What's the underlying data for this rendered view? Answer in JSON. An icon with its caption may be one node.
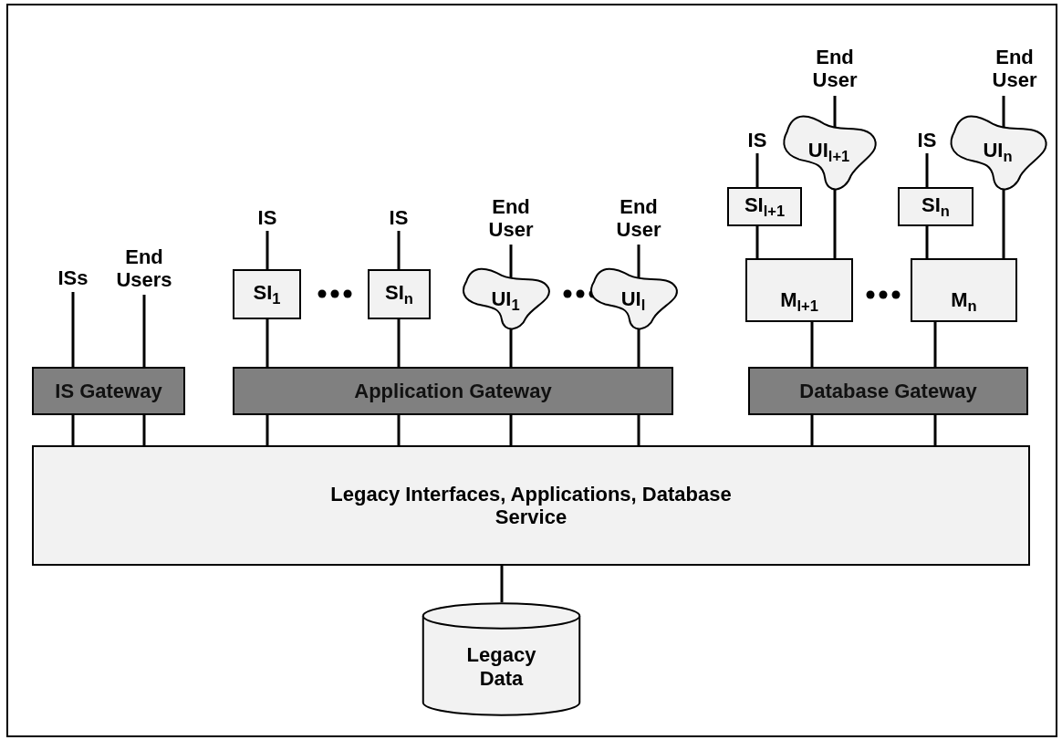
{
  "diagram": {
    "nodes": [
      {
        "text": [
          "End User"
        ]
      },
      {
        "text": [
          "End User"
        ]
      },
      {
        "text": [
          "IS"
        ]
      },
      {
        "text": [
          "UI$_{l+1}$"
        ]
      },
      {
        "text": [
          "IS"
        ]
      },
      {
        "text": [
          "UI$_{n}$"
        ]
      },
      {
        "text": [
          "SI$_{l+1}$"
        ]
      },
      {
        "text": [
          "SI$_{n}$"
        ]
      },
      {
        "text": [
          "ISs"
        ]
      },
      {
        "text": [
          "End Users"
        ]
      },
      {
        "text": [
          "IS"
        ]
      },
      {
        "text": [
          "IS"
        ]
      },
      {
        "text": [
          "End User"
        ]
      },
      {
        "text": [
          "End User"
        ]
      },
      {
        "text": [
          "SI$_{1}$"
        ]
      },
      {
        "text": [
          "SI$_{n}$"
        ]
      },
      {
        "text": [
          "UI$_{1}$"
        ]
      },
      {
        "text": [
          "UI$_{l}$"
        ]
      },
      {
        "text": [
          "M$_{l+1}$"
        ]
      },
      {
        "text": [
          "M$_{n}$"
        ]
      },
      {
        "text": [
          "IS Gateway"
        ]
      },
      {
        "text": [
          "Application Gateway"
        ]
      },
      {
        "text": [
          "Database Gateway"
        ]
      },
      {
        "text": [
          "Legacy Interfaces, Applications, Database Service"
        ]
      },
      {
        "text": [
          "Legacy Data"
        ]
      }
    ],
    "edges": [
      {
        "from": 0,
        "to": 3,
        "arrow": "none"
      },
      {
        "from": 3,
        "to": 18,
        "arrow": "none"
      },
      {
        "from": 2,
        "to": 6,
        "arrow": "none"
      },
      {
        "from": 6,
        "to": 18,
        "arrow": "none"
      },
      {
        "from": 1,
        "to": 5,
        "arrow": "none"
      },
      {
        "from": 5,
        "to": 19,
        "arrow": "none"
      },
      {
        "from": 4,
        "to": 7,
        "arrow": "none"
      },
      {
        "from": 7,
        "to": 19,
        "arrow": "none"
      },
      {
        "from": 18,
        "to": 22,
        "arrow": "none"
      },
      {
        "from": 19,
        "to": 22,
        "arrow": "none"
      },
      {
        "from": 8,
        "to": 20,
        "arrow": "none"
      },
      {
        "from": 9,
        "to": 20,
        "arrow": "none"
      },
      {
        "from": 10,
        "to": 14,
        "arrow": "none"
      },
      {
        "from": 11,
        "to": 15,
        "arrow": "none"
      },
      {
        "from": 12,
        "to": 16,
        "arrow": "none"
      },
      {
        "from": 13,
        "to": 17,
        "arrow": "none"
      },
      {
        "from": 14,
        "to": 21,
        "arrow": "none"
      },
      {
        "from": 15,
        "to": 21,
        "arrow": "none"
      },
      {
        "from": 16,
        "to": 21,
        "arrow": "none"
      },
      {
        "from": 17,
        "to": 21,
        "arrow": "none"
      },
      {
        "from": 20,
        "to": 23,
        "arrow": "none"
      },
      {
        "from": 20,
        "to": 23,
        "arrow": "none"
      },
      {
        "from": 21,
        "to": 23,
        "arrow": "none"
      },
      {
        "from": 21,
        "to": 23,
        "arrow": "none"
      },
      {
        "from": 21,
        "to": 23,
        "arrow": "none"
      },
      {
        "from": 21,
        "to": 23,
        "arrow": "none"
      },
      {
        "from": 22,
        "to": 23,
        "arrow": "none"
      },
      {
        "from": 22,
        "to": 23,
        "arrow": "none"
      },
      {
        "from": 23,
        "to": 24,
        "arrow": "none"
      }
    ]
  }
}
